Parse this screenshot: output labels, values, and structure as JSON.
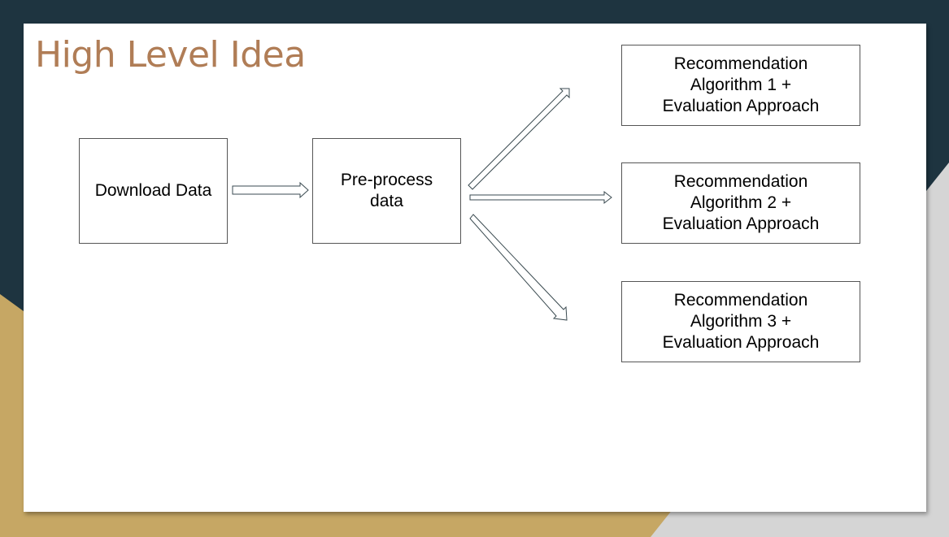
{
  "slide": {
    "title": "High Level Idea",
    "title_color": "#b07d56",
    "background_dark": "#1e3440",
    "background_gold": "#c6a764",
    "background_grey": "#d5d5d5"
  },
  "diagram": {
    "nodes": {
      "download": "Download Data",
      "preprocess": "Pre-process\ndata",
      "algorithm_1": "Recommendation\nAlgorithm 1 +\nEvaluation Approach",
      "algorithm_2": "Recommendation\nAlgorithm 2 +\nEvaluation Approach",
      "algorithm_3": "Recommendation\nAlgorithm 3 +\nEvaluation Approach"
    },
    "edges": [
      {
        "from": "download",
        "to": "preprocess"
      },
      {
        "from": "preprocess",
        "to": "algorithm_1"
      },
      {
        "from": "preprocess",
        "to": "algorithm_2"
      },
      {
        "from": "preprocess",
        "to": "algorithm_3"
      }
    ]
  }
}
